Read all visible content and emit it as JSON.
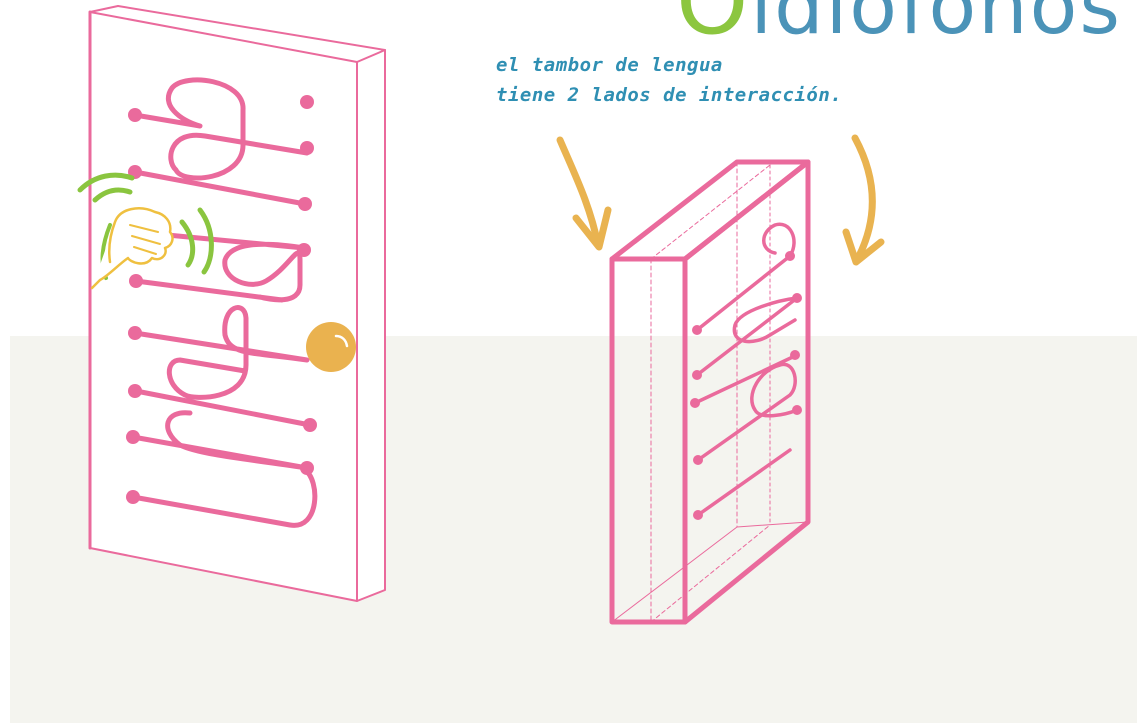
{
  "header": {
    "title_initial": "Ó",
    "title_rest": "idiófonos"
  },
  "annotation": {
    "line1": "el tambor de lengua",
    "line2": "tiene 2 lados de interacción."
  },
  "colors": {
    "drum_pink": "#ea6a9c",
    "arrow_orange": "#e9b350",
    "hand_green": "#8ac53f",
    "mallet_orange": "#eab24f",
    "title_blue": "#4b93b8",
    "floor": "#f4f4ef"
  },
  "icons": [
    "hand-strike-icon",
    "mallet-icon",
    "curved-arrow-icon"
  ]
}
